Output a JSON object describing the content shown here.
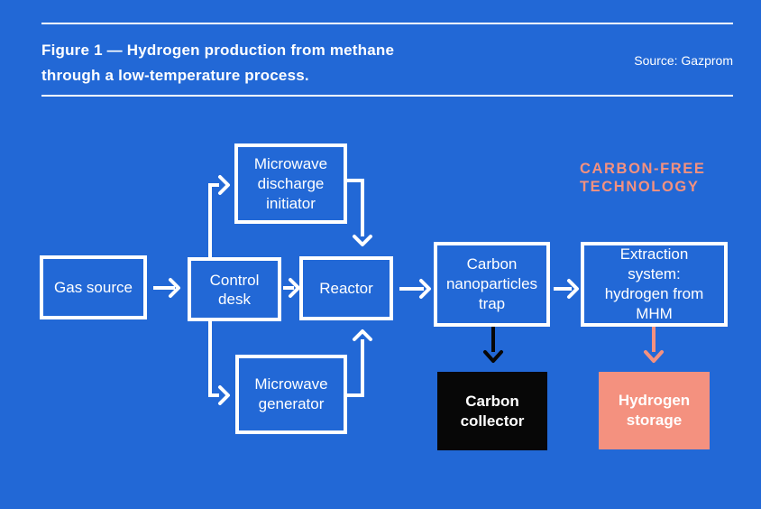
{
  "header": {
    "title": "Figure 1 — Hydrogen production from methane\nthrough a low-temperature process.",
    "source": "Source: Gazprom"
  },
  "badge": {
    "text": "CARBON-FREE\nTECHNOLOGY"
  },
  "diagram": {
    "nodes": {
      "gas_source": "Gas source",
      "control_desk": "Control\ndesk",
      "microwave_discharge_initiator": "Microwave\ndischarge\ninitiator",
      "microwave_generator": "Microwave\ngenerator",
      "reactor": "Reactor",
      "carbon_nanoparticles_trap": "Carbon\nnanoparticles\ntrap",
      "extraction_system": "Extraction\nsystem:\nhydrogen from\nMHM",
      "carbon_collector": "Carbon\ncollector",
      "hydrogen_storage": "Hydrogen\nstorage"
    },
    "colors": {
      "page_background": "#2268d6",
      "box_border": "#ffffff",
      "label_text": "#ffffff",
      "accent_salmon": "#f4917f",
      "carbon_collector_bg": "#070707",
      "hydrogen_storage_bg": "#f4917f",
      "arrow_white": "#ffffff",
      "arrow_black": "#070707",
      "arrow_salmon": "#f4917f"
    }
  }
}
